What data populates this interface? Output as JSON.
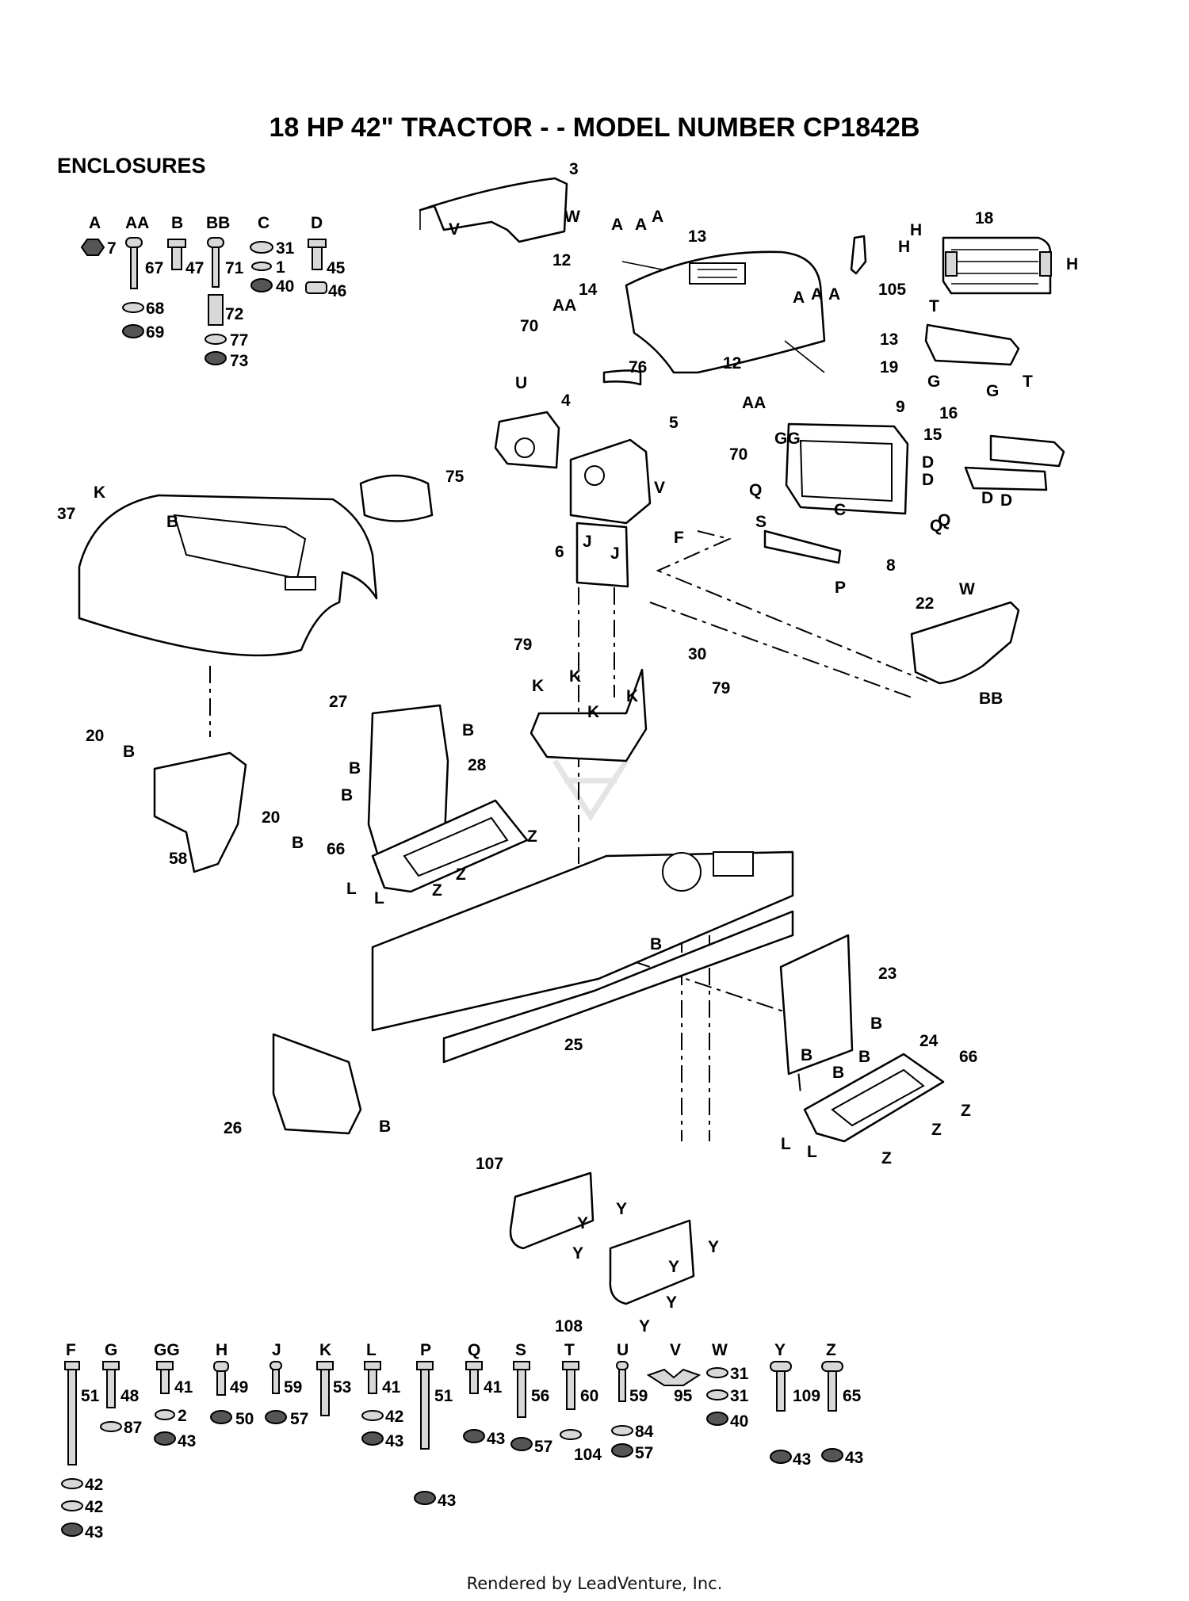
{
  "title": "18 HP 42\" TRACTOR - - MODEL NUMBER CP1842B",
  "section": "ENCLOSURES",
  "footer": "Rendered by LeadVenture, Inc.",
  "top_hardware": [
    {
      "letter": "A",
      "parts": [
        "7"
      ]
    },
    {
      "letter": "AA",
      "parts": [
        "67",
        "68",
        "69"
      ]
    },
    {
      "letter": "B",
      "parts": [
        "47"
      ]
    },
    {
      "letter": "BB",
      "parts": [
        "71",
        "72",
        "77",
        "73"
      ]
    },
    {
      "letter": "C",
      "parts": [
        "31",
        "1",
        "40"
      ]
    },
    {
      "letter": "D",
      "parts": [
        "45",
        "46"
      ]
    }
  ],
  "bottom_hardware": [
    {
      "letter": "F",
      "parts": [
        "51",
        "42",
        "42",
        "43"
      ]
    },
    {
      "letter": "G",
      "parts": [
        "48",
        "87"
      ]
    },
    {
      "letter": "GG",
      "parts": [
        "41",
        "2",
        "43"
      ]
    },
    {
      "letter": "H",
      "parts": [
        "49",
        "50"
      ]
    },
    {
      "letter": "J",
      "parts": [
        "59",
        "57"
      ]
    },
    {
      "letter": "K",
      "parts": [
        "53"
      ]
    },
    {
      "letter": "L",
      "parts": [
        "41",
        "42",
        "43"
      ]
    },
    {
      "letter": "P",
      "parts": [
        "51",
        "43"
      ]
    },
    {
      "letter": "Q",
      "parts": [
        "41",
        "43"
      ]
    },
    {
      "letter": "S",
      "parts": [
        "56",
        "57"
      ]
    },
    {
      "letter": "T",
      "parts": [
        "60",
        "104"
      ]
    },
    {
      "letter": "U",
      "parts": [
        "59",
        "84",
        "57"
      ]
    },
    {
      "letter": "V",
      "parts": [
        "95"
      ]
    },
    {
      "letter": "W",
      "parts": [
        "31",
        "31",
        "40"
      ]
    },
    {
      "letter": "Y",
      "parts": [
        "109",
        "43"
      ]
    },
    {
      "letter": "Z",
      "parts": [
        "65",
        "43"
      ]
    }
  ],
  "callouts": {
    "p3": "3",
    "W1": "W",
    "V1": "V",
    "A1": "A",
    "A2": "A",
    "A3": "A",
    "p13a": "13",
    "p12a": "12",
    "p14": "14",
    "AA1": "AA",
    "p70a": "70",
    "p18": "18",
    "H1": "H",
    "H2": "H",
    "H3": "H",
    "p105": "105",
    "A4": "A",
    "A5": "A",
    "A6": "A",
    "p13b": "13",
    "T1": "T",
    "p19": "19",
    "G1": "G",
    "G2": "G",
    "T2": "T",
    "p76": "76",
    "p12b": "12",
    "AA2": "AA",
    "U1": "U",
    "p4": "4",
    "p5": "5",
    "p9": "9",
    "GG1": "GG",
    "p70b": "70",
    "p16": "16",
    "p15": "15",
    "D1": "D",
    "D2": "D",
    "D3": "D",
    "D4": "D",
    "Q1": "Q",
    "C1": "C",
    "Q2": "Q",
    "Q3": "Q",
    "V2": "V",
    "F1": "F",
    "p75": "75",
    "K1": "K",
    "p37": "37",
    "B1": "B",
    "p6": "6",
    "J1": "J",
    "J2": "J",
    "S1": "S",
    "p8": "8",
    "P1": "P",
    "W2": "W",
    "p22": "22",
    "BB1": "BB",
    "p79a": "79",
    "K2": "K",
    "K3": "K",
    "p30": "30",
    "p79b": "79",
    "K4": "K",
    "K5": "K",
    "p27": "27",
    "B2": "B",
    "B3": "B",
    "B4": "B",
    "p20a": "20",
    "B5": "B",
    "p20b": "20",
    "p58": "58",
    "B6": "B",
    "p28": "28",
    "Z1": "Z",
    "p66a": "66",
    "Z2": "Z",
    "Z3": "Z",
    "L1": "L",
    "L2": "L",
    "p23": "23",
    "B7": "B",
    "B8": "B",
    "B9": "B",
    "B10": "B",
    "p24": "24",
    "p66b": "66",
    "Z4": "Z",
    "Z5": "Z",
    "Z6": "Z",
    "L3": "L",
    "L4": "L",
    "B11": "B",
    "p25": "25",
    "p26": "26",
    "B12": "B",
    "p107": "107",
    "Y1": "Y",
    "Y2": "Y",
    "Y3": "Y",
    "Y4": "Y",
    "Y5": "Y",
    "Y6": "Y",
    "Y7": "Y",
    "p108": "108"
  }
}
